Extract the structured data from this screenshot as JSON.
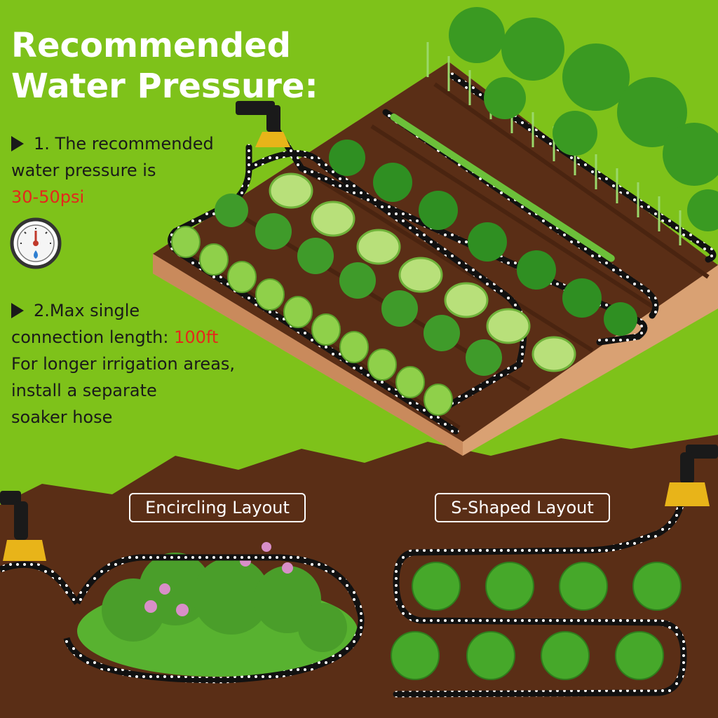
{
  "heading": {
    "line1": "Recommended",
    "line2": "Water Pressure:"
  },
  "point1": {
    "text_a": "1. The recommended",
    "text_b": "water pressure is",
    "value": "30-50psi"
  },
  "point2": {
    "text_a": "2.Max single",
    "text_b": "connection length: ",
    "value": "100ft",
    "text_c": "For longer irrigation areas,",
    "text_d": "install a separate",
    "text_e": "soaker hose"
  },
  "layouts": {
    "left_label": "Encircling Layout",
    "right_label": "S-Shaped Layout"
  },
  "colors": {
    "background": "#7ec21a",
    "soil": "#5a2e16",
    "soil_dark": "#4a2410",
    "bed_side": "#d9a173",
    "hose": "#111111",
    "accent_red": "#e5271c",
    "plant": "#4cae2a",
    "fitting": "#e8b419"
  },
  "icons": {
    "gauge": "pressure-gauge-icon",
    "arrow": "triangle-right-icon"
  }
}
